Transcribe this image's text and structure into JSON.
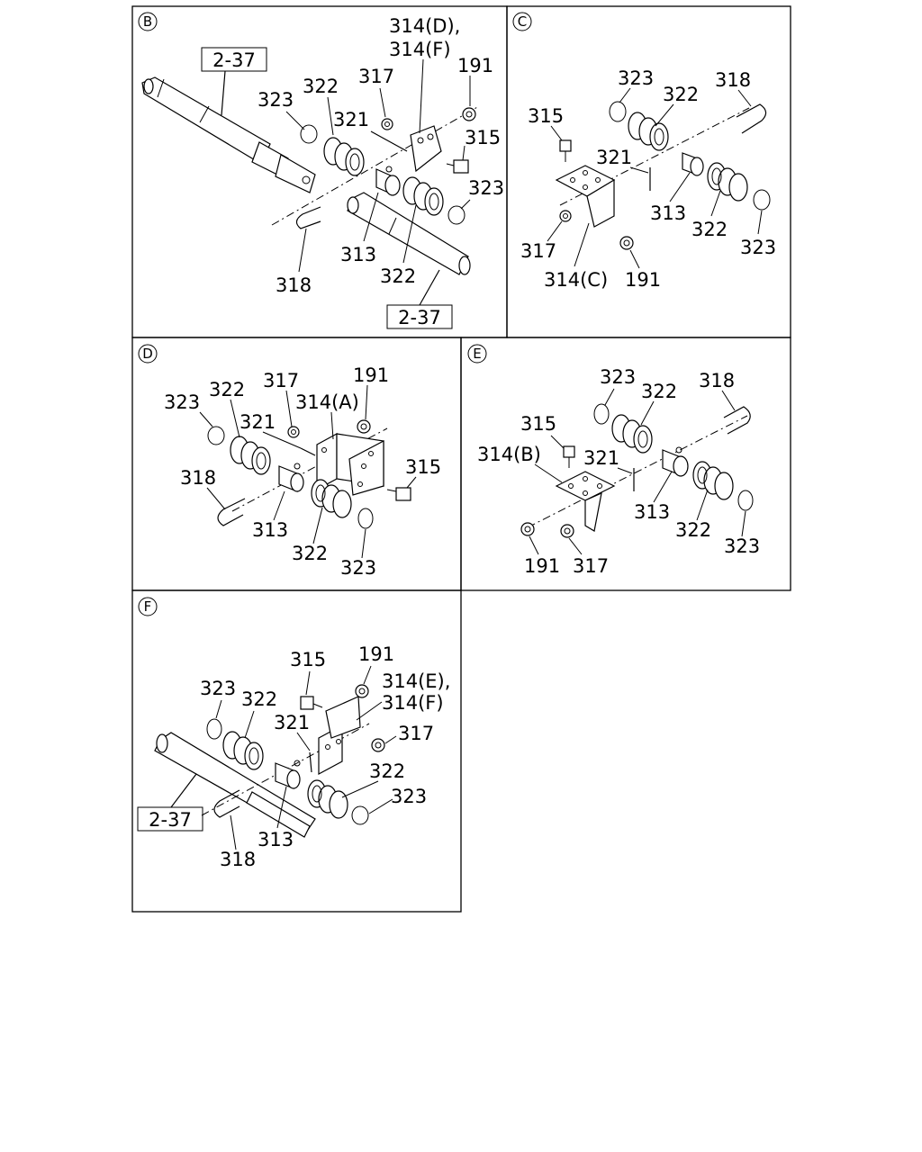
{
  "panels": {
    "B": {
      "tag": "B",
      "labels": {
        "ref_top": "2-37",
        "ref_bottom": "2-37",
        "p314": "314(D),",
        "p314b": "314(F)",
        "p317": "317",
        "p191": "191",
        "p323a": "323",
        "p322a": "322",
        "p321": "321",
        "p315": "315",
        "p323b": "323",
        "p313": "313",
        "p322b": "322",
        "p318": "318"
      }
    },
    "C": {
      "tag": "C",
      "labels": {
        "p323a": "323",
        "p322a": "322",
        "p318": "318",
        "p315": "315",
        "p321": "321",
        "p313": "313",
        "p322b": "322",
        "p323b": "323",
        "p317": "317",
        "p314": "314(C)",
        "p191": "191"
      }
    },
    "D": {
      "tag": "D",
      "labels": {
        "p323a": "323",
        "p322a": "322",
        "p317": "317",
        "p314": "314(A)",
        "p191": "191",
        "p321": "321",
        "p318": "318",
        "p315": "315",
        "p313": "313",
        "p322b": "322",
        "p323b": "323"
      }
    },
    "E": {
      "tag": "E",
      "labels": {
        "p323a": "323",
        "p322a": "322",
        "p318": "318",
        "p315": "315",
        "p314": "314(B)",
        "p321": "321",
        "p313": "313",
        "p322b": "322",
        "p323b": "323",
        "p191": "191",
        "p317": "317"
      }
    },
    "F": {
      "tag": "F",
      "labels": {
        "p315": "315",
        "p191": "191",
        "p314": "314(E),",
        "p314b": "314(F)",
        "p323a": "323",
        "p322a": "322",
        "p321": "321",
        "p317": "317",
        "p322b": "322",
        "p323b": "323",
        "ref": "2-37",
        "p313": "313",
        "p318": "318"
      }
    }
  }
}
